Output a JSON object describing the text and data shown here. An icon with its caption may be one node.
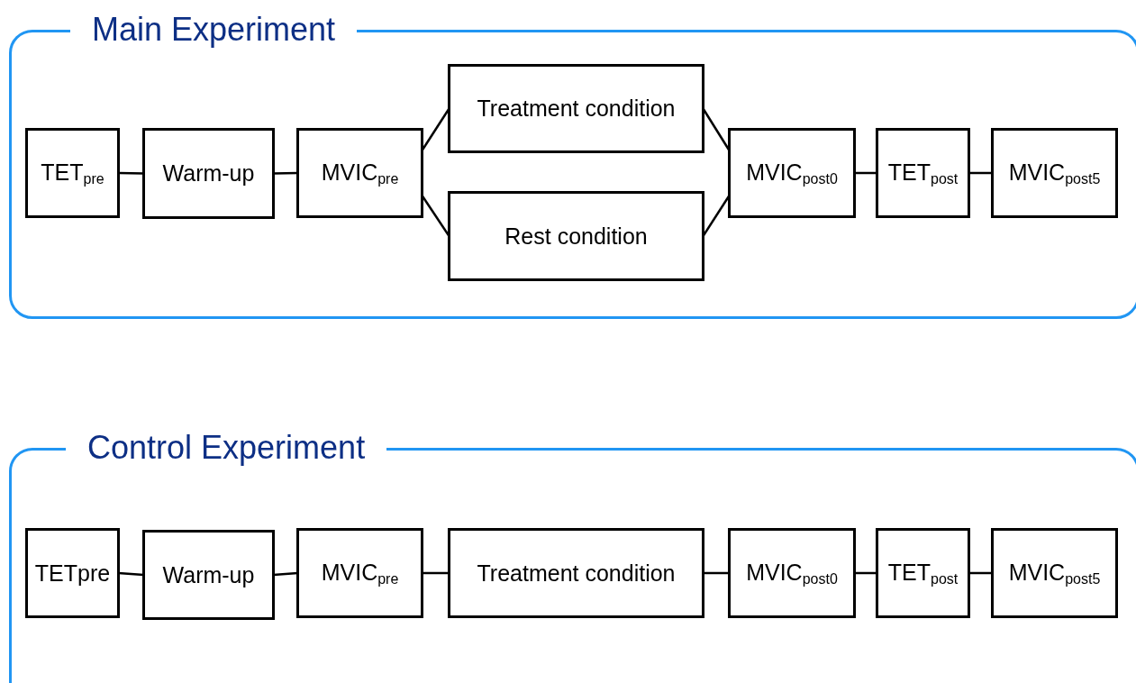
{
  "diagram": {
    "nodes": [
      {
        "text": [
          "Main Experiment"
        ]
      },
      {
        "text": [
          "TET$_{pre}$"
        ],
        "in": 0
      },
      {
        "text": [
          "Warm-up"
        ],
        "in": 0
      },
      {
        "text": [
          "MVIC$_{pre}$"
        ],
        "in": 0
      },
      {
        "text": [
          "Treatment condition"
        ],
        "in": 0
      },
      {
        "text": [
          "Rest condition"
        ],
        "in": 0
      },
      {
        "text": [
          "MVIC$_{post0}$"
        ],
        "in": 0
      },
      {
        "text": [
          "TET$_{post}$"
        ],
        "in": 0
      },
      {
        "text": [
          "MVIC$_{post5}$"
        ],
        "in": 0
      },
      {
        "text": [
          "Control Experiment"
        ]
      },
      {
        "text": [
          "TETpre"
        ],
        "in": 9
      },
      {
        "text": [
          "Warm-up"
        ],
        "in": 9
      },
      {
        "text": [
          "MVIC$_{pre}$"
        ],
        "in": 9
      },
      {
        "text": [
          "Treatment condition"
        ],
        "in": 9
      },
      {
        "text": [
          "MVIC$_{post0}$"
        ],
        "in": 9
      },
      {
        "text": [
          "TET$_{post}$"
        ],
        "in": 9
      },
      {
        "text": [
          "MVIC$_{post5}$"
        ],
        "in": 9
      }
    ],
    "edges": [
      {
        "from": 1,
        "to": 2,
        "arrow": "none"
      },
      {
        "from": 2,
        "to": 3,
        "arrow": "none"
      },
      {
        "from": 3,
        "to": 4,
        "arrow": "none"
      },
      {
        "from": 3,
        "to": 5,
        "arrow": "none"
      },
      {
        "from": 4,
        "to": 6,
        "arrow": "none"
      },
      {
        "from": 5,
        "to": 6,
        "arrow": "none"
      },
      {
        "from": 6,
        "to": 7,
        "arrow": "none"
      },
      {
        "from": 7,
        "to": 8,
        "arrow": "none"
      },
      {
        "from": 10,
        "to": 11,
        "arrow": "none"
      },
      {
        "from": 11,
        "to": 12,
        "arrow": "none"
      },
      {
        "from": 12,
        "to": 13,
        "arrow": "none"
      },
      {
        "from": 13,
        "to": 14,
        "arrow": "none"
      },
      {
        "from": 14,
        "to": 15,
        "arrow": "none"
      },
      {
        "from": 15,
        "to": 16,
        "arrow": "none"
      }
    ]
  }
}
